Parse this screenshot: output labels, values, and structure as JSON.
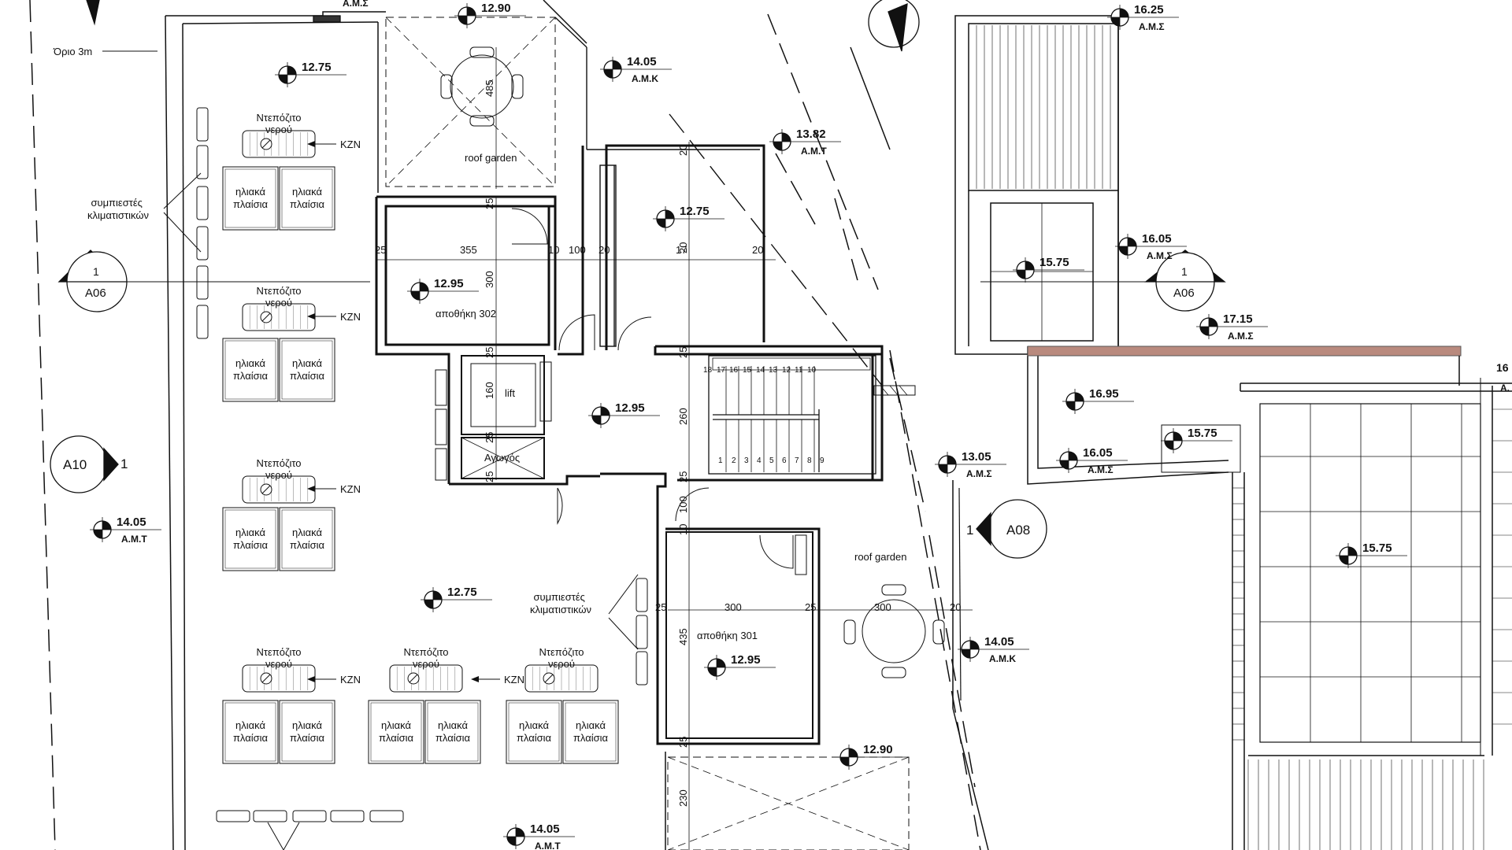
{
  "labels": {
    "limit": "Όριο 3m",
    "roof_garden": "roof garden",
    "storage_302": "αποθήκη 302",
    "storage_301": "αποθήκη 301",
    "lift": "lift",
    "duct": "Αγωγός",
    "water_tank": "Ντεπόζιτο νερού",
    "water_tank_line1": "Ντεπόζιτο",
    "water_tank_line2": "νερού",
    "solar_line1": "ηλιακά",
    "solar_line2": "πλαίσια",
    "kzn": "KZN",
    "compressors_line1": "συμπιεστές",
    "compressors_line2": "κλιματιστικών"
  },
  "section_markers": {
    "west_num": "1",
    "west_ref": "A06",
    "east_num": "1",
    "east_ref": "A06",
    "a10_ref": "A10",
    "a10_num": "1",
    "a08_ref": "A08",
    "a08_num": "1"
  },
  "elevation_marks": [
    {
      "value": "12.90",
      "tag": ""
    },
    {
      "value": "12.75",
      "tag": ""
    },
    {
      "value": "14.05",
      "tag": "Α.Μ.Κ"
    },
    {
      "value": "13.82",
      "tag": "Α.Μ.Τ"
    },
    {
      "value": "12.75",
      "tag": ""
    },
    {
      "value": "12.95",
      "tag": ""
    },
    {
      "value": "12.95",
      "tag": ""
    },
    {
      "value": "16.25",
      "tag": "Α.Μ.Σ"
    },
    {
      "value": "16.05",
      "tag": "Α.Μ.Σ"
    },
    {
      "value": "15.75",
      "tag": ""
    },
    {
      "value": "17.15",
      "tag": "Α.Μ.Σ"
    },
    {
      "value": "16.95",
      "tag": ""
    },
    {
      "value": "16.05",
      "tag": "Α.Μ.Σ"
    },
    {
      "value": "15.75",
      "tag": ""
    },
    {
      "value": "13.05",
      "tag": "Α.Μ.Σ"
    },
    {
      "value": "15.75",
      "tag": ""
    },
    {
      "value": "14.05",
      "tag": "Α.Μ.Τ"
    },
    {
      "value": "12.75",
      "tag": ""
    },
    {
      "value": "14.05",
      "tag": "Α.Μ.Κ"
    },
    {
      "value": "12.95",
      "tag": ""
    },
    {
      "value": "12.90",
      "tag": ""
    },
    {
      "value": "14.05",
      "tag": "Α.Μ.Τ"
    }
  ],
  "partial_marks": {
    "amc_top": "Α.Μ.Σ",
    "edge_16": "16",
    "edge_a": "Α."
  },
  "dimensions": [
    "485",
    "25",
    "355",
    "10",
    "100",
    "20",
    "17",
    "20",
    "20",
    "300",
    "20",
    "25",
    "160",
    "260",
    "25",
    "25",
    "25",
    "25",
    "100",
    "10",
    "25",
    "300",
    "25",
    "300",
    "20",
    "435",
    "25",
    "230"
  ],
  "stair_numbers_top": [
    "18",
    "17",
    "16",
    "15",
    "14",
    "13",
    "12",
    "11",
    "10"
  ],
  "stair_numbers_bottom": [
    "1",
    "2",
    "3",
    "4",
    "5",
    "6",
    "7",
    "8",
    "9"
  ]
}
